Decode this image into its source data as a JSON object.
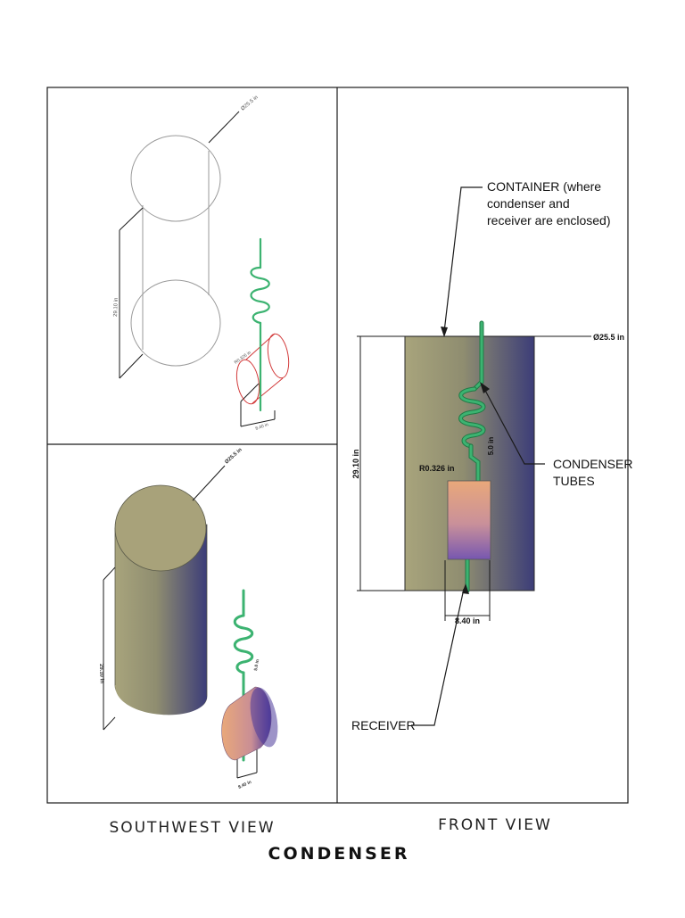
{
  "title": "CONDENSER",
  "views": {
    "southwest": "SOUTHWEST VIEW",
    "front": "FRONT VIEW"
  },
  "callouts": {
    "container": [
      "CONTAINER (where",
      "condenser and",
      "receiver are enclosed)"
    ],
    "condenser": [
      "CONDENSER",
      "TUBES"
    ],
    "receiver": "RECEIVER"
  },
  "dimensions": {
    "diameter": "Ø25.5 in",
    "height": "29.10 in",
    "radius": "R0.326 in",
    "receiver_width": "8.40 in",
    "coil_height": "5.0 in"
  },
  "colors": {
    "frame": "#1a1a1a",
    "tube": "#3cb371",
    "tube_dark": "#1f7a45",
    "cylinder_light": "#a8a47c",
    "cylinder_dark": "#3c3d78",
    "receiver_top": "#e9a87a",
    "receiver_bottom": "#7757b0",
    "wire_cylinder": "#9a9a9a",
    "wire_receiver": "#d23a3a"
  }
}
